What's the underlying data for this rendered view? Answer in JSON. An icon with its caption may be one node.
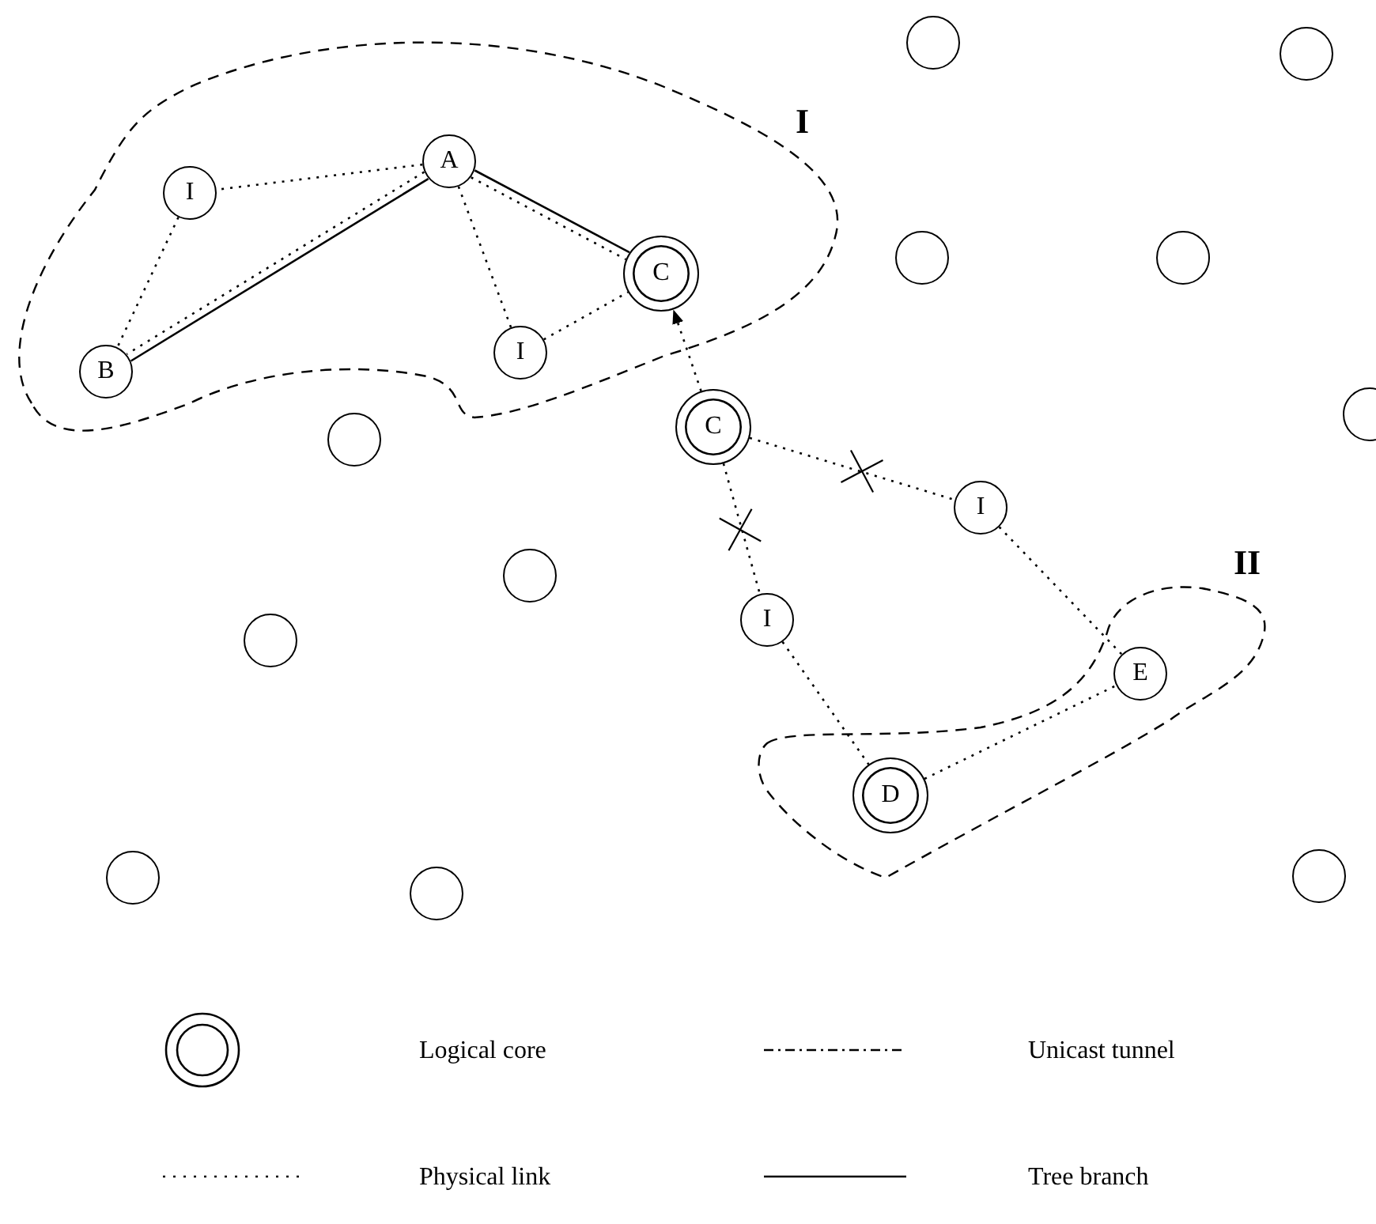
{
  "diagram": {
    "nodes": [
      {
        "text": [
          "I"
        ]
      },
      {
        "text": [
          "A"
        ],
        "in": 0
      },
      {
        "text": [
          "I"
        ],
        "in": 0
      },
      {
        "text": [
          "C"
        ],
        "in": 0
      },
      {
        "text": [
          "I"
        ],
        "in": 0
      },
      {
        "text": [
          "B"
        ],
        "in": 0
      },
      {
        "text": [
          "II"
        ]
      },
      {
        "text": [
          "E"
        ],
        "in": 6
      },
      {
        "text": [
          "D"
        ],
        "in": 6
      },
      {
        "text": [
          "C"
        ]
      },
      {
        "text": [
          "I"
        ]
      },
      {
        "text": [
          "I"
        ]
      },
      {
        "text": [],
        "shape": "circle"
      },
      {
        "text": [],
        "shape": "circle"
      },
      {
        "text": [],
        "shape": "circle"
      },
      {
        "text": [],
        "shape": "circle"
      },
      {
        "text": [],
        "shape": "circle"
      },
      {
        "text": [],
        "shape": "circle"
      },
      {
        "text": [],
        "shape": "circle"
      },
      {
        "text": [],
        "shape": "circle"
      },
      {
        "text": [],
        "shape": "circle"
      },
      {
        "text": [],
        "shape": "circle"
      },
      {
        "text": [],
        "shape": "circle"
      }
    ],
    "edges": [
      {
        "from": 1,
        "to": 2,
        "arrow": "none",
        "style": "dashed"
      },
      {
        "from": 2,
        "to": 5,
        "arrow": "none",
        "style": "dashed"
      },
      {
        "from": 1,
        "to": 5,
        "arrow": "none"
      },
      {
        "from": 1,
        "to": 5,
        "arrow": "none",
        "style": "dashed"
      },
      {
        "from": 1,
        "to": 3,
        "arrow": "none"
      },
      {
        "from": 1,
        "to": 3,
        "arrow": "none",
        "style": "dashed"
      },
      {
        "from": 1,
        "to": 4,
        "arrow": "none",
        "style": "dashed"
      },
      {
        "from": 4,
        "to": 3,
        "arrow": "none",
        "style": "dashed"
      },
      {
        "from": 9,
        "to": 3,
        "arrow": "to",
        "style": "dashed"
      },
      {
        "from": 9,
        "to": 10,
        "arrow": "none",
        "style": "dashed"
      },
      {
        "from": 9,
        "to": 11,
        "arrow": "none",
        "style": "dashed"
      },
      {
        "from": 10,
        "to": 7,
        "arrow": "none",
        "style": "dashed"
      },
      {
        "from": 11,
        "to": 8,
        "arrow": "none",
        "style": "dashed"
      },
      {
        "from": 8,
        "to": 7,
        "arrow": "none",
        "style": "dashed"
      }
    ],
    "legend": [
      {
        "text": "Logical core"
      },
      {
        "text": "Unicast tunnel"
      },
      {
        "text": "Physical link"
      },
      {
        "text": "Tree branch"
      }
    ]
  }
}
